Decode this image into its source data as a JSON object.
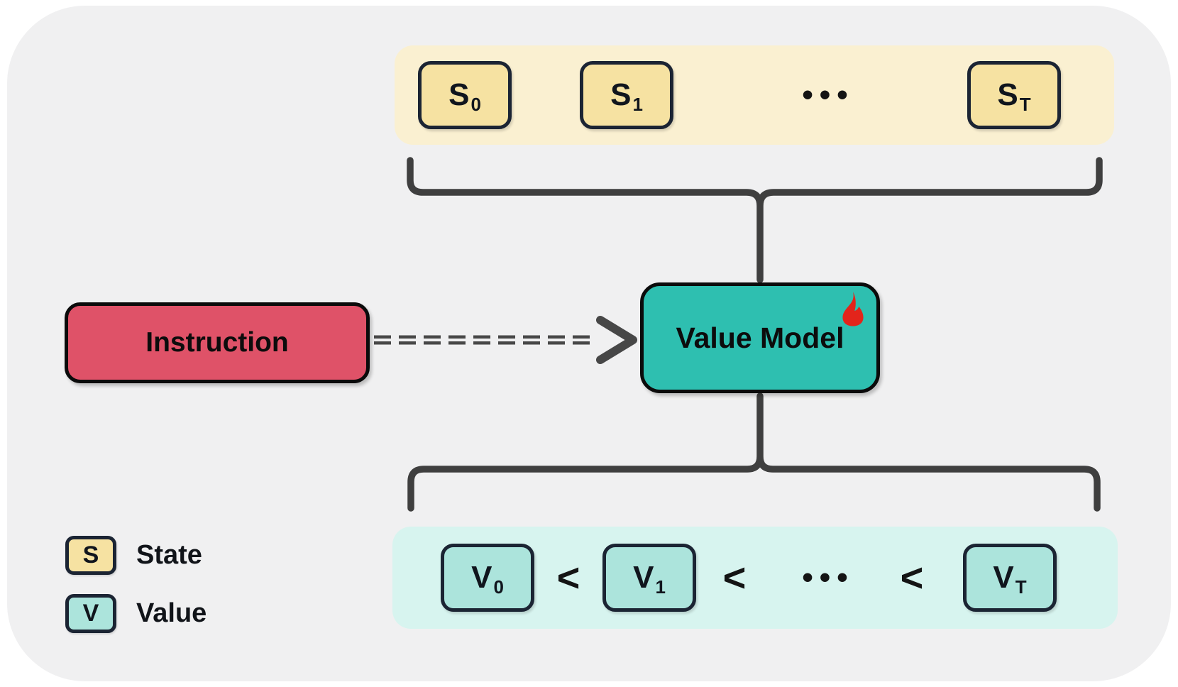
{
  "palette": {
    "canvas_bg": "#ffffff",
    "panel_bg": "#f0f0f1",
    "state_band_bg": "#faf0d1",
    "state_box_bg": "#f6e2a2",
    "value_band_bg": "#d7f4ef",
    "value_box_bg": "#ace4dc",
    "model_box_bg": "#2ebfb0",
    "instruction_box_bg": "#df5268",
    "small_box_border": "#1b2433",
    "heavy_box_border": "#0b0b0b",
    "connector_line": "#3f3f3f",
    "flame_red": "#e3241b",
    "text": "#10151d"
  },
  "state_sequence": {
    "items": [
      {
        "base": "S",
        "sub": "0"
      },
      {
        "base": "S",
        "sub": "1"
      },
      {
        "base": "S",
        "sub": "T"
      }
    ],
    "ellipsis": "•••"
  },
  "instruction": {
    "label": "Instruction"
  },
  "value_model": {
    "label": "Value Model",
    "badge_icon": "fire-icon"
  },
  "value_sequence": {
    "items": [
      {
        "base": "V",
        "sub": "0"
      },
      {
        "base": "V",
        "sub": "1"
      },
      {
        "base": "V",
        "sub": "T"
      }
    ],
    "ellipsis": "•••",
    "comparator": "<"
  },
  "legend": {
    "items": [
      {
        "symbol": "S",
        "label": "State"
      },
      {
        "symbol": "V",
        "label": "Value"
      }
    ]
  }
}
